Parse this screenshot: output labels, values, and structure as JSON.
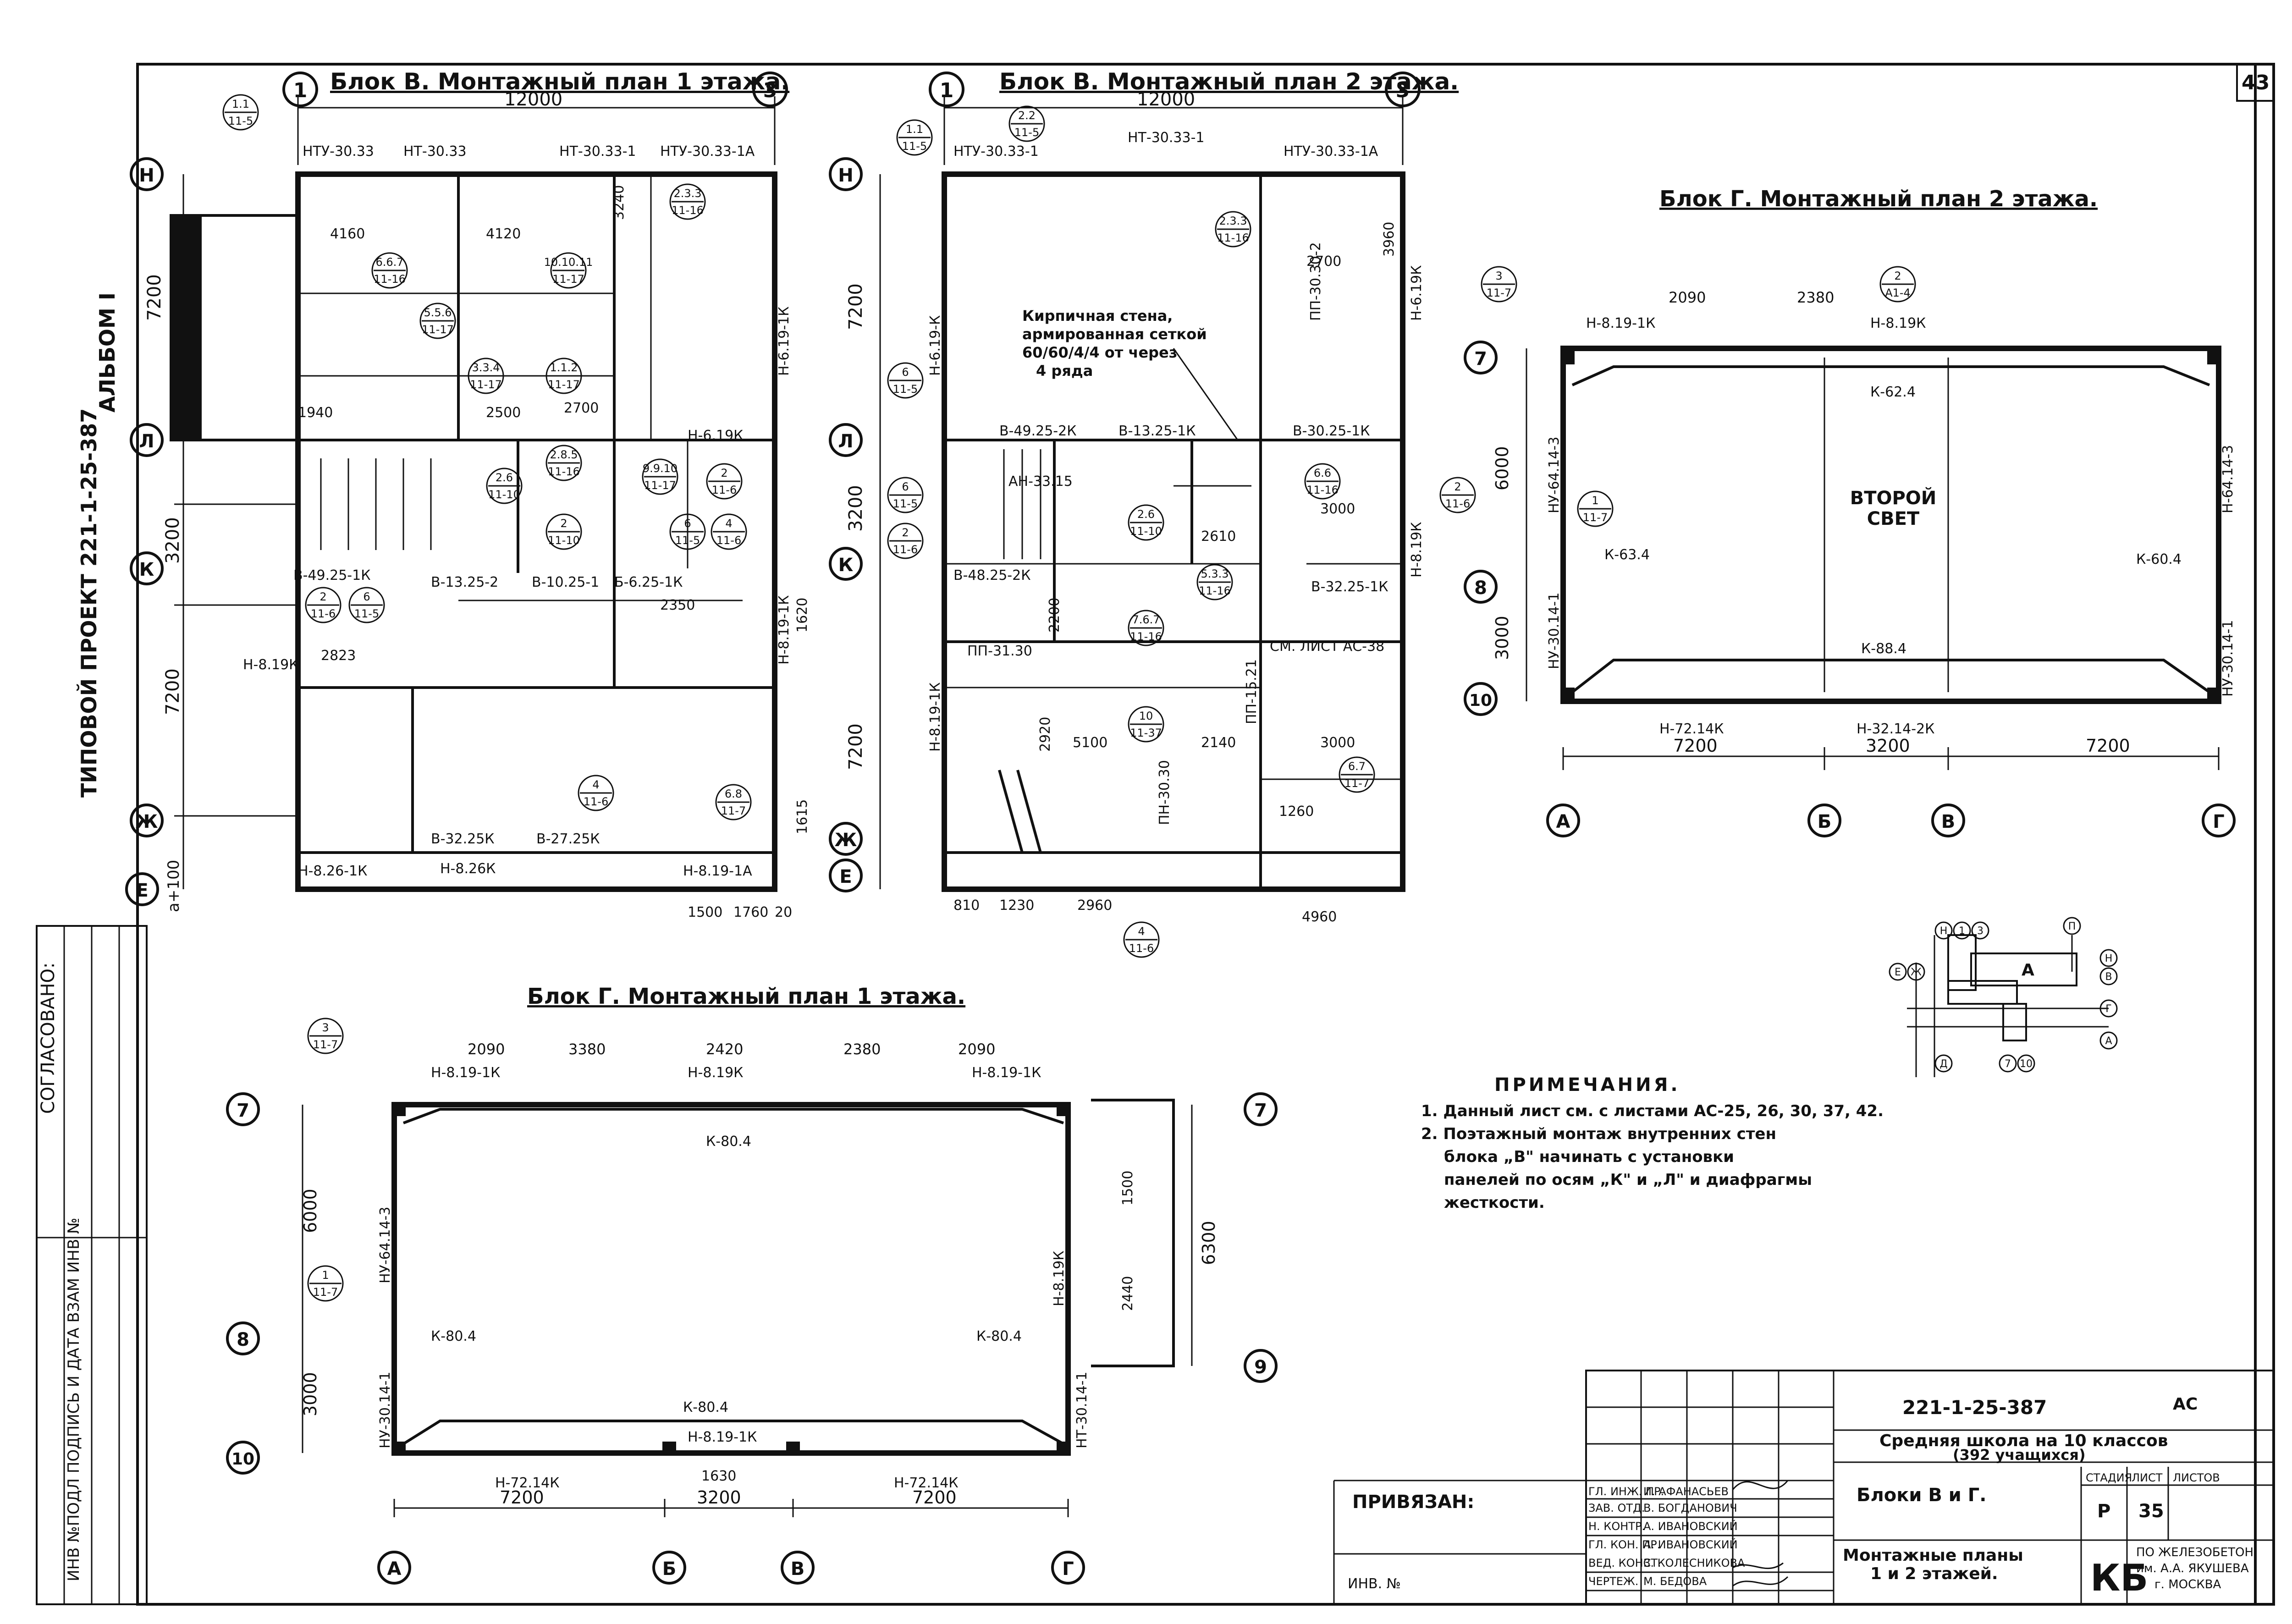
{
  "sheet": {
    "sheet_no": "43",
    "album_label": "АЛЬБОМ I",
    "side_project": "ТИПОВОЙ ПРОЕКТ 221-1-25-387",
    "agreed": "СОГЛАСОВАНО:",
    "inv_fields": "ИНВ №ПОДЛ ПОДПИСЬ И ДАТА ВЗАМ ИНВ №"
  },
  "plan_b1": {
    "title": "Блок В. Монтажный план 1 этажа.",
    "axes": {
      "a1": "1",
      "a3": "3",
      "aH": "Н",
      "aL": "Л",
      "aK": "К",
      "aZh": "Ж",
      "aE": "Е"
    },
    "dims": {
      "top": "12000",
      "h1": "7200",
      "h2": "3200",
      "h3": "7200",
      "e": "а+100"
    },
    "labels": [
      "НТУ-30.33",
      "НТ-30.33",
      "НТ-30.33-1",
      "НТУ-30.33-1А",
      "Н-6.19-1К",
      "Н-8.19-1К",
      "Н-8.19К",
      "В-49.25-1К",
      "В-13.25-2",
      "В-10.25-1",
      "Б-6.25-1К",
      "В-32.25К",
      "В-27.25К",
      "Н-8.26К",
      "Н-8.26-1К",
      "Н-8.19-1А",
      "Н-6.19К",
      "2823",
      "2350",
      "1620",
      "1615",
      "4160",
      "4120",
      "3240",
      "2500",
      "2700",
      "1940",
      "1500",
      "1760",
      "20"
    ],
    "circles": [
      {
        "top": "1.1",
        "bot": "11-5"
      },
      {
        "top": "6.6.7",
        "bot": "11-16"
      },
      {
        "top": "5.5.6",
        "bot": "11-17"
      },
      {
        "top": "3.3.4",
        "bot": "11-17"
      },
      {
        "top": "1.1.2",
        "bot": "11-17"
      },
      {
        "top": "2.3.3",
        "bot": "11-16"
      },
      {
        "top": "10.10.11",
        "bot": "11-17"
      },
      {
        "top": "2.6",
        "bot": "11-10"
      },
      {
        "top": "2",
        "bot": "11-10"
      },
      {
        "top": "2.8.5",
        "bot": "11-16"
      },
      {
        "top": "9.9.10",
        "bot": "11-17"
      },
      {
        "top": "2",
        "bot": "11-6"
      },
      {
        "top": "6",
        "bot": "11-5"
      },
      {
        "top": "4",
        "bot": "11-6"
      },
      {
        "top": "2",
        "bot": "11-6"
      },
      {
        "top": "6",
        "bot": "11-5"
      },
      {
        "top": "4",
        "bot": "11-6"
      },
      {
        "top": "6.8",
        "bot": "11-7"
      }
    ]
  },
  "plan_b2": {
    "title": "Блок В. Монтажный план 2 этажа.",
    "axes": {
      "a1": "1",
      "a3": "3",
      "aH": "Н",
      "aL": "Л",
      "aK": "К",
      "aZh": "Ж",
      "aE": "Е"
    },
    "dims": {
      "top": "12000",
      "h1": "7200",
      "h2": "3200",
      "h3": "7200"
    },
    "note": [
      "Кирпичная стена,",
      "армированная сеткой",
      "60/60/4/4 от через",
      "4 ряда"
    ],
    "labels": [
      "НТУ-30.33-1",
      "НТ-30.33-1",
      "НТУ-30.33-1А",
      "Н-6.19-К",
      "Н-8.19-1К",
      "Н-6.19К",
      "Н-8.19К",
      "В-49.25-2К",
      "В-13.25-1К",
      "В-30.25-1К",
      "В-32.25-1К",
      "В-48.25-2К",
      "ПП-31.30",
      "ПП-15.21",
      "ПН-30.30",
      "ПП-30.30-2",
      "АН-33.15",
      "СМ. ЛИСТ АС-38",
      "2610",
      "3000",
      "2140",
      "3000",
      "5100",
      "2920",
      "2960",
      "1230",
      "810",
      "1260",
      "4960",
      "3960",
      "2700",
      "2200"
    ],
    "circles": [
      {
        "top": "1.1",
        "bot": "11-5"
      },
      {
        "top": "2.2",
        "bot": "11-5"
      },
      {
        "top": "2.3.3",
        "bot": "11-16"
      },
      {
        "top": "6",
        "bot": "11-5"
      },
      {
        "top": "6",
        "bot": "11-5"
      },
      {
        "top": "2",
        "bot": "11-6"
      },
      {
        "top": "2.6",
        "bot": "11-10"
      },
      {
        "top": "5.3.3",
        "bot": "11-16"
      },
      {
        "top": "7.6.7",
        "bot": "11-16"
      },
      {
        "top": "10",
        "bot": "11-37"
      },
      {
        "top": "6.6",
        "bot": "11-16"
      },
      {
        "top": "2",
        "bot": "11-6"
      },
      {
        "top": "6.7",
        "bot": "11-7"
      },
      {
        "top": "4",
        "bot": "11-6"
      }
    ]
  },
  "plan_g2": {
    "title": "Блок Г. Монтажный план 2 этажа.",
    "center": [
      "ВТОРОЙ",
      "СВЕТ"
    ],
    "axes": {
      "a7": "7",
      "a8": "8",
      "a10": "10",
      "aA": "А",
      "aB": "Б",
      "aV": "В",
      "aG": "Г"
    },
    "dims": {
      "w1": "7200",
      "w2": "3200",
      "w3": "7200",
      "h1": "6000",
      "h2": "3000",
      "top1": "2090",
      "top2": "2380"
    },
    "labels": [
      "Н-8.19-1К",
      "Н-8.19К",
      "К-62.4",
      "К-63.4",
      "К-60.4",
      "К-88.4",
      "Н-72.14К",
      "Н-32.14-2К",
      "НУ-64.14-3",
      "Н-64.14-3",
      "НУ-30.14-1",
      "НУ-30.14-1"
    ],
    "circles": [
      {
        "top": "3",
        "bot": "11-7"
      },
      {
        "top": "2",
        "bot": "А1-4"
      },
      {
        "top": "1",
        "bot": "11-7"
      }
    ]
  },
  "plan_g1": {
    "title": "Блок Г. Монтажный план 1 этажа.",
    "axes": {
      "a7": "7",
      "a8": "8",
      "a9": "9",
      "a10": "10",
      "aA": "А",
      "aB": "Б",
      "aV": "В",
      "aG": "Г"
    },
    "dims": {
      "w1": "7200",
      "w2": "3200",
      "w3": "7200",
      "h1": "6000",
      "h2": "3000",
      "right": "6300",
      "top": [
        "2090",
        "2420",
        "2380",
        "3380",
        "2090"
      ],
      "mid": "1630",
      "r1": "1500",
      "r2": "2440"
    },
    "labels": [
      "Н-8.19-1К",
      "Н-8.19К",
      "Н-8.19-1К",
      "К-80.4",
      "К-80.4",
      "К-80.4",
      "К-80.4",
      "Н-8.19-1К",
      "Н-72.14К",
      "Н-72.14К",
      "НУ-64.14-3",
      "НУ-30.14-1",
      "НТ-30.14-1",
      "Н-8.19К"
    ],
    "circles": [
      {
        "top": "3",
        "bot": "11-7"
      },
      {
        "top": "1",
        "bot": "11-7"
      }
    ]
  },
  "notes": {
    "heading": "ПРИМЕЧАНИЯ.",
    "lines": [
      "1. Данный лист см. с листами АС-25, 26, 30, 37, 42.",
      "2. Поэтажный монтаж внутренних стен",
      "блока „В\" начинать с установки",
      "панелей по осям „К\" и „Л\" и диафрагмы",
      "жесткости."
    ]
  },
  "key_plan": {
    "label_a": "А",
    "axes": [
      "Н",
      "1",
      "3",
      "П",
      "Н",
      "В",
      "Е",
      "Ж",
      "Г",
      "Д",
      "7",
      "10",
      "А"
    ]
  },
  "stamp": {
    "code": "221-1-25-387",
    "sheet_type": "АС",
    "title1": "Средняя школа на 10 классов",
    "title2": "(392 учащихся)",
    "blocks": "Блоки В и Г.",
    "plans": [
      "Монтажные планы",
      "1 и 2 этажей."
    ],
    "stage_hdr": "СТАДИЯ",
    "sheet_hdr": "ЛИСТ",
    "sheets_hdr": "ЛИСТОВ",
    "stage": "Р",
    "sheet": "35",
    "tied": "ПРИВЯЗАН:",
    "inv": "ИНВ. №",
    "org_logo": "КБ",
    "org": [
      "ПО ЖЕЛЕЗОБЕТОН.",
      "им. А.А. ЯКУШЕВА",
      "г. МОСКВА"
    ],
    "roles": [
      {
        "role": "ГЛ. ИНЖ. ПР.",
        "name": "И. АФАНАСЬЕВ"
      },
      {
        "role": "ЗАВ. ОТД.",
        "name": "В. БОГДАНОВИЧ"
      },
      {
        "role": "Н. КОНТР.",
        "name": "А. ИВАНОВСКИЙ"
      },
      {
        "role": "ГЛ. КОН. ПР.",
        "name": "А. ИВАНОВСКИЙ"
      },
      {
        "role": "ВЕД. КОНСТ.",
        "name": "З. КОЛЕСНИКОВА"
      },
      {
        "role": "ЧЕРТЕЖ.",
        "name": "М. БЕДОВА"
      }
    ]
  }
}
